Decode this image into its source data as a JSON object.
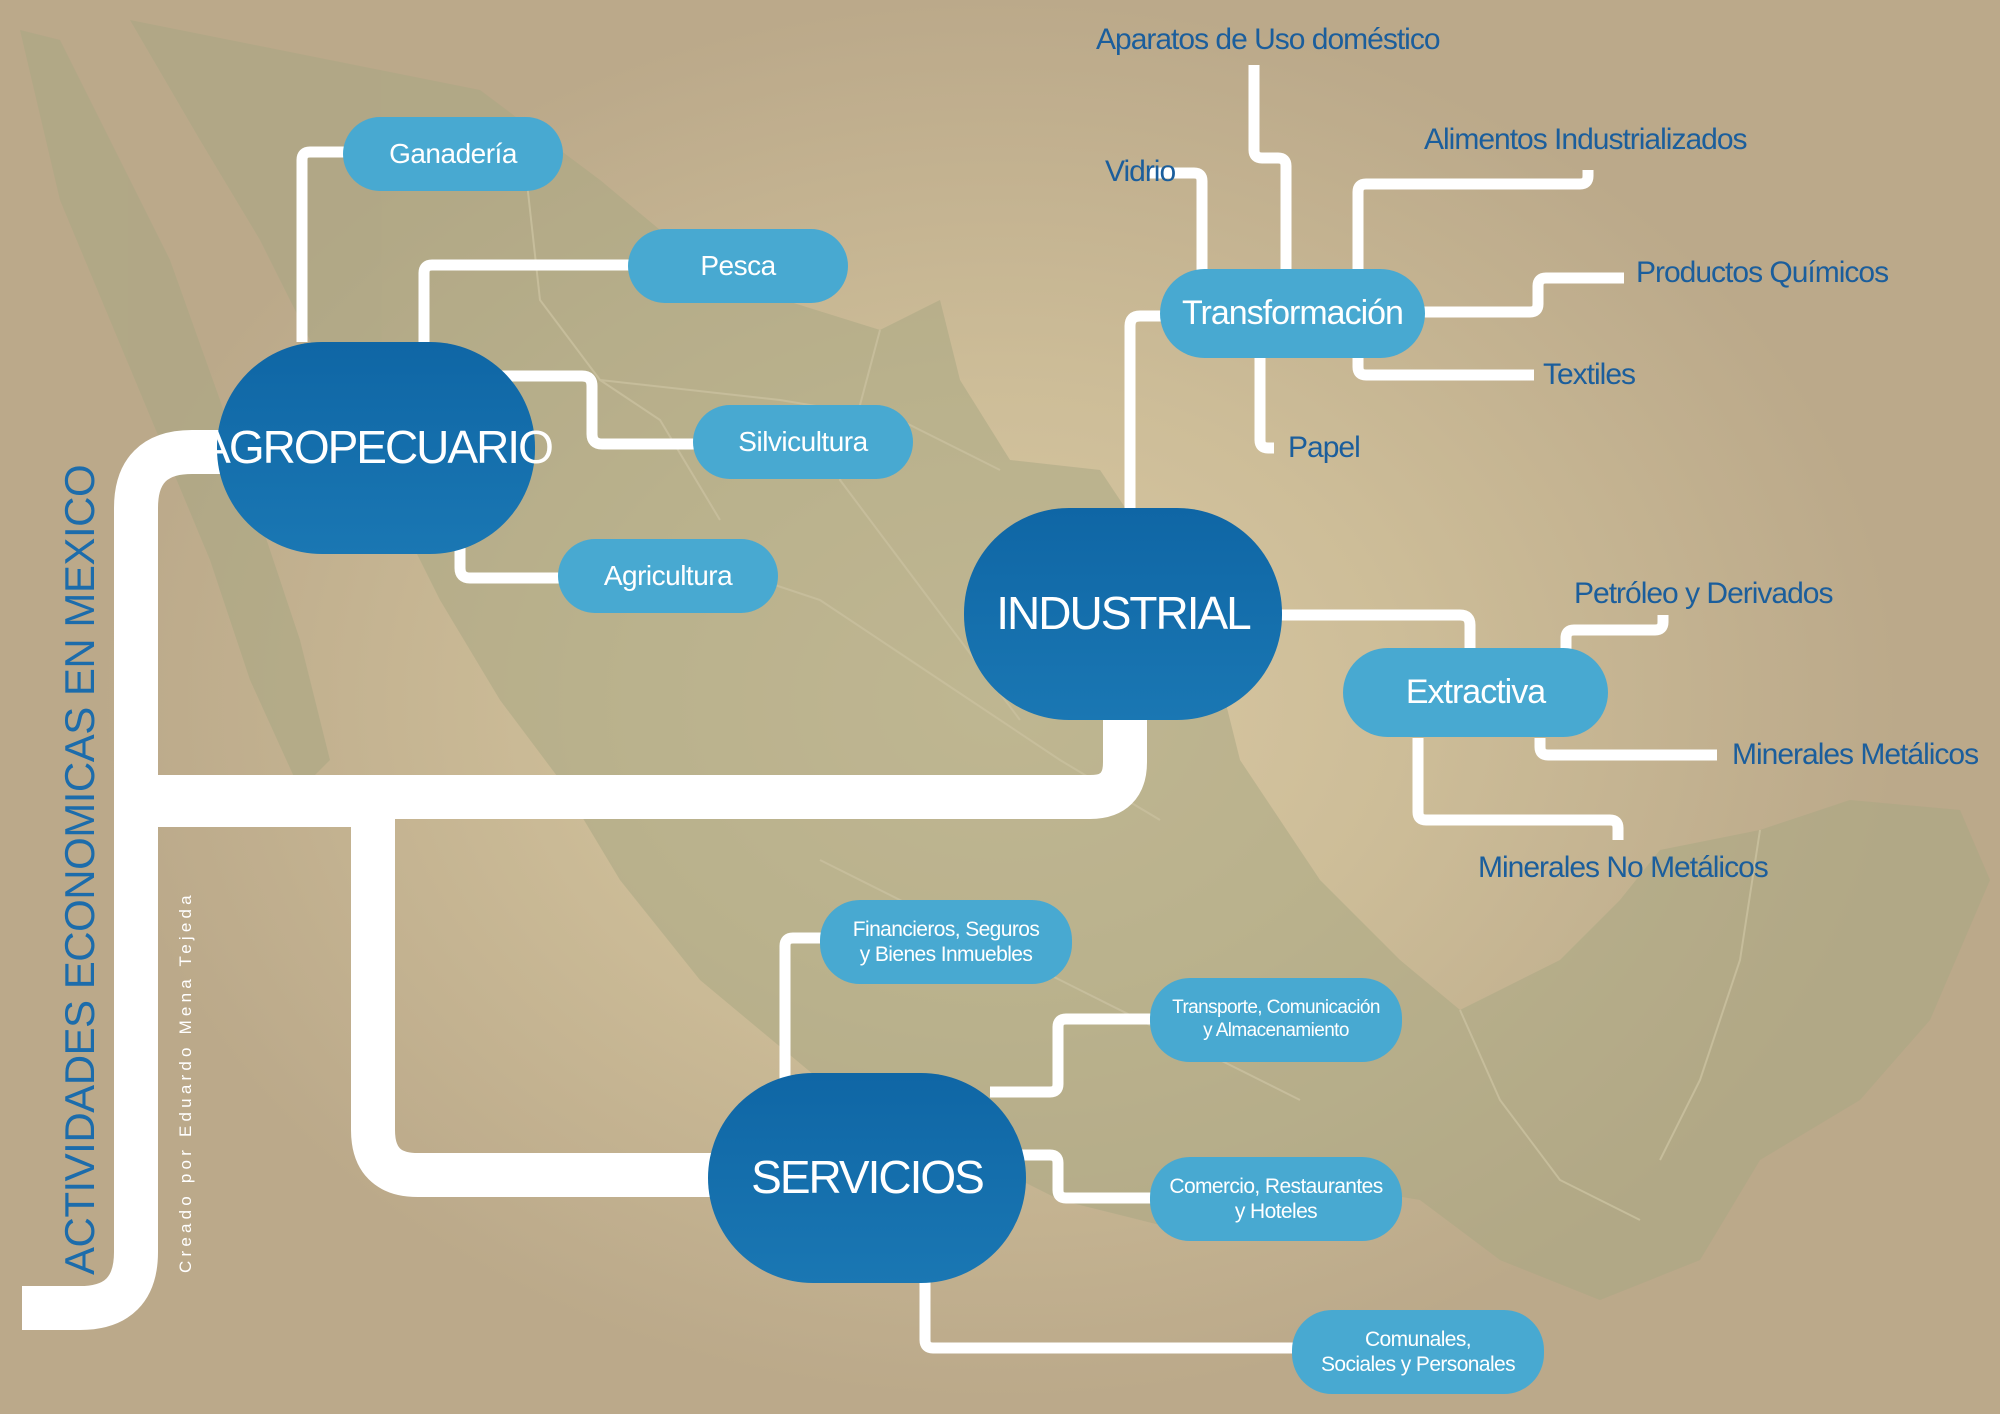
{
  "title": "ACTIVIDADES ECONOMICAS EN MEXICO",
  "credit": "Creado por Eduardo Mena Tejeda",
  "colors": {
    "main_node": "#1a72ae",
    "sub_node": "#48a9d1",
    "leaf_text": "#1b5e9c",
    "connector": "#ffffff",
    "title_text": "#1c6cab"
  },
  "sectors": {
    "agropecuario": {
      "label": "AGROPECUARIO",
      "children": {
        "ganaderia": "Ganadería",
        "pesca": "Pesca",
        "silvicultura": "Silvicultura",
        "agricultura": "Agricultura"
      }
    },
    "industrial": {
      "label": "INDUSTRIAL",
      "transformacion": {
        "label": "Transformación",
        "children": {
          "aparatos": "Aparatos de Uso doméstico",
          "vidrio": "Vidrio",
          "alimentos": "Alimentos Industrializados",
          "quimicos": "Productos Químicos",
          "textiles": "Textiles",
          "papel": "Papel"
        }
      },
      "extractiva": {
        "label": "Extractiva",
        "children": {
          "petroleo": "Petróleo y Derivados",
          "metalicos": "Minerales Metálicos",
          "no_metalicos": "Minerales No Metálicos"
        }
      }
    },
    "servicios": {
      "label": "SERVICIOS",
      "children": {
        "financieros": {
          "line1": "Financieros, Seguros",
          "line2": "y Bienes Inmuebles"
        },
        "transporte": {
          "line1": "Transporte, Comunicación",
          "line2": "y Almacenamiento"
        },
        "comercio": {
          "line1": "Comercio, Restaurantes",
          "line2": "y Hoteles"
        },
        "comunales": {
          "line1": "Comunales,",
          "line2": "Sociales y Personales"
        }
      }
    }
  }
}
